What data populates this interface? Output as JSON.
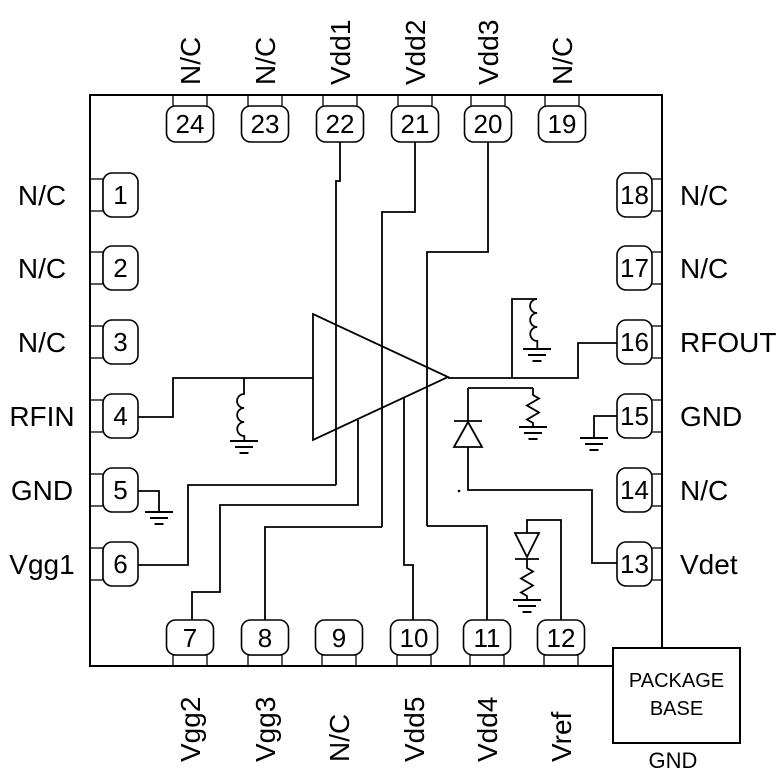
{
  "pins": {
    "top": [
      {
        "num": "24",
        "label": "N/C"
      },
      {
        "num": "23",
        "label": "N/C"
      },
      {
        "num": "22",
        "label": "Vdd1"
      },
      {
        "num": "21",
        "label": "Vdd2"
      },
      {
        "num": "20",
        "label": "Vdd3"
      },
      {
        "num": "19",
        "label": "N/C"
      }
    ],
    "left": [
      {
        "num": "1",
        "label": "N/C"
      },
      {
        "num": "2",
        "label": "N/C"
      },
      {
        "num": "3",
        "label": "N/C"
      },
      {
        "num": "4",
        "label": "RFIN"
      },
      {
        "num": "5",
        "label": "GND"
      },
      {
        "num": "6",
        "label": "Vgg1"
      }
    ],
    "right": [
      {
        "num": "18",
        "label": "N/C"
      },
      {
        "num": "17",
        "label": "N/C"
      },
      {
        "num": "16",
        "label": "RFOUT"
      },
      {
        "num": "15",
        "label": "GND"
      },
      {
        "num": "14",
        "label": "N/C"
      },
      {
        "num": "13",
        "label": "Vdet"
      }
    ],
    "bottom": [
      {
        "num": "7",
        "label": "Vgg2"
      },
      {
        "num": "8",
        "label": "Vgg3"
      },
      {
        "num": "9",
        "label": "N/C"
      },
      {
        "num": "10",
        "label": "Vdd5"
      },
      {
        "num": "11",
        "label": "Vdd4"
      },
      {
        "num": "12",
        "label": "Vref"
      }
    ]
  },
  "package_base": {
    "line1": "PACKAGE",
    "line2": "BASE",
    "gnd_label": "GND"
  },
  "colors": {
    "line": "#000000",
    "background": "#ffffff"
  }
}
